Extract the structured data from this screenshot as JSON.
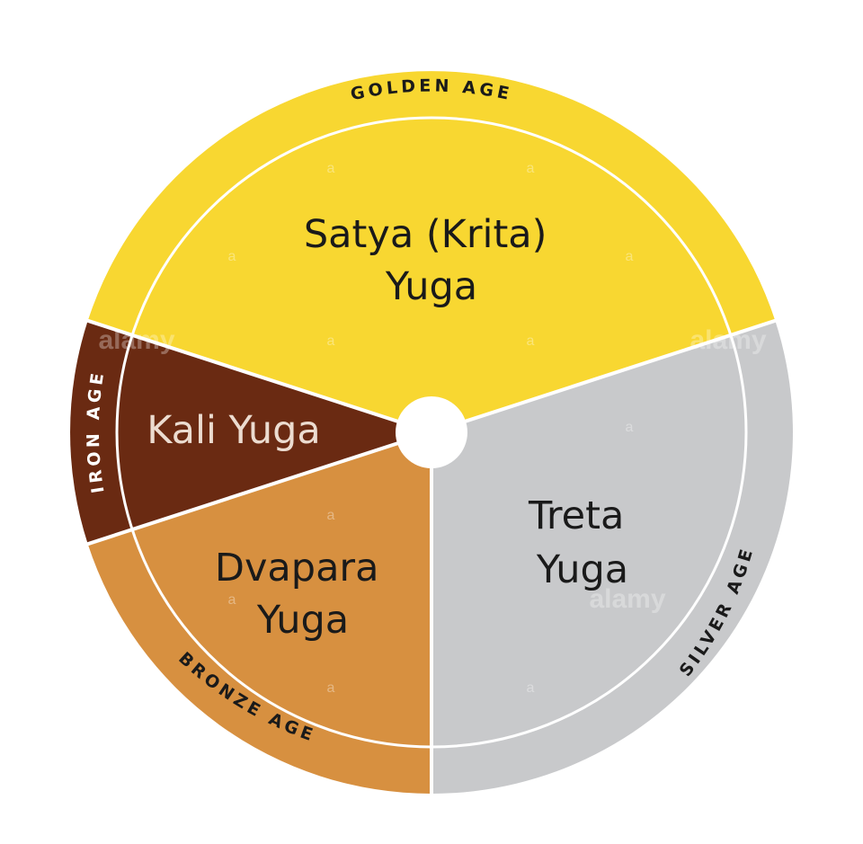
{
  "title": "",
  "segments": [
    {
      "id": "satya",
      "yuga_lines": [
        "Satya (Krita)",
        "Yuga"
      ],
      "age": "GOLDEN AGE",
      "fill": "#f8d731",
      "text_color": "#1a1a1a",
      "age_color": "#1a1a1a"
    },
    {
      "id": "treta",
      "yuga_lines": [
        "Treta",
        "Yuga"
      ],
      "age": "SILVER AGE",
      "fill": "#c8c9cb",
      "text_color": "#1a1a1a",
      "age_color": "#1a1a1a"
    },
    {
      "id": "dvapara",
      "yuga_lines": [
        "Dvapara",
        "Yuga"
      ],
      "age": "BRONZE AGE",
      "fill": "#d79040",
      "text_color": "#1a1a1a",
      "age_color": "#1a1a1a"
    },
    {
      "id": "kali",
      "yuga_lines": [
        "Kali Yuga"
      ],
      "age": "IRON AGE",
      "fill": "#6a2a12",
      "text_color": "#ecdcd0",
      "age_color": "#ffffff"
    }
  ],
  "colors": {
    "divider": "#ffffff",
    "center": "#ffffff",
    "background": "#ffffff"
  },
  "watermark": {
    "brand": "alamy",
    "glyph": "a"
  }
}
